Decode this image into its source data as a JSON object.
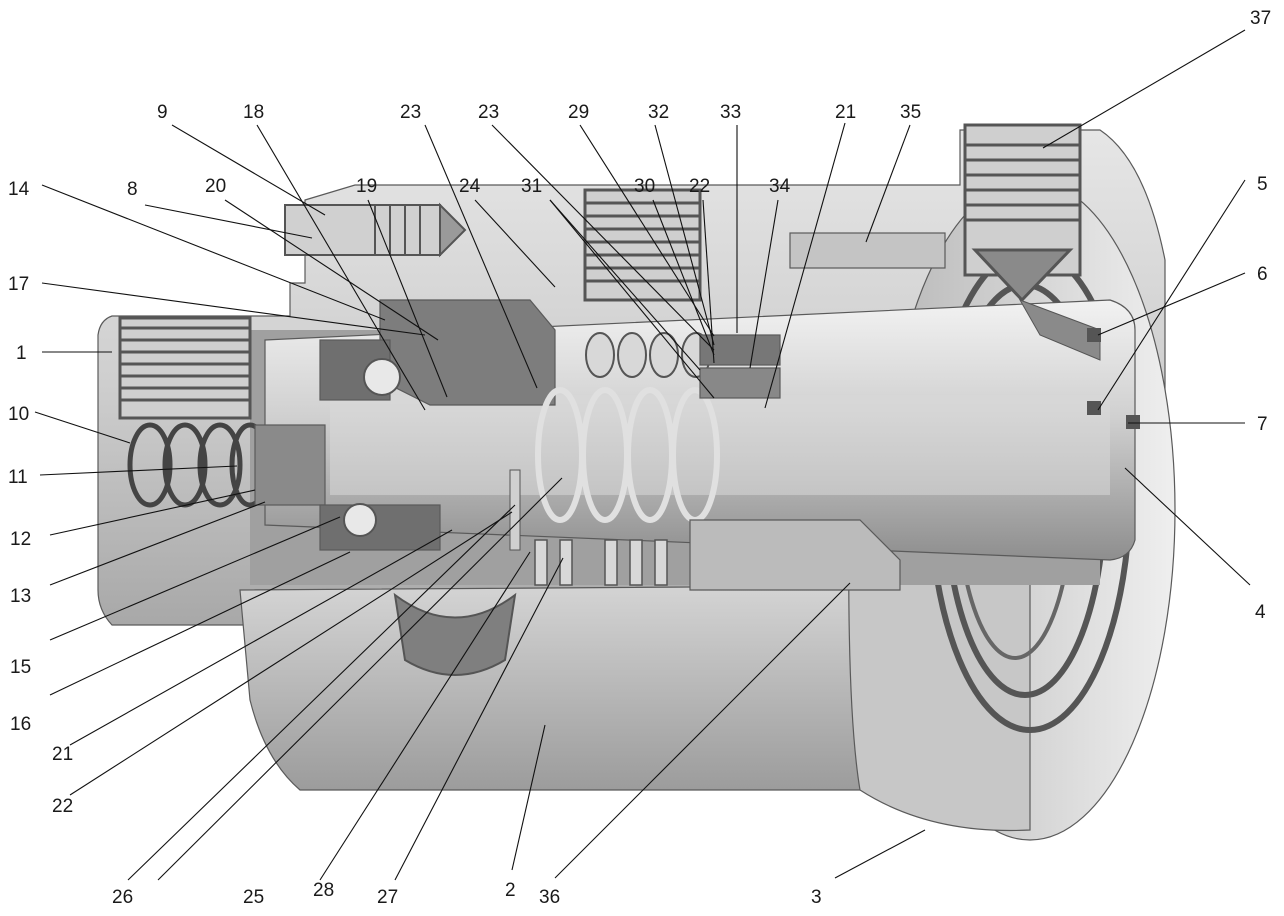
{
  "callouts": {
    "c1": "1",
    "c2": "2",
    "c3": "3",
    "c4": "4",
    "c5": "5",
    "c6": "6",
    "c7": "7",
    "c8": "8",
    "c9": "9",
    "c10": "10",
    "c11": "11",
    "c12": "12",
    "c13": "13",
    "c14": "14",
    "c15": "15",
    "c16": "16",
    "c17": "17",
    "c18": "18",
    "c19": "19",
    "c20": "20",
    "c21a": "21",
    "c21b": "21",
    "c22a": "22",
    "c22b": "22",
    "c23a": "23",
    "c23b": "23",
    "c24": "24",
    "c25": "25",
    "c26": "26",
    "c27": "27",
    "c28": "28",
    "c29": "29",
    "c30": "30",
    "c31": "31",
    "c32": "32",
    "c33": "33",
    "c34": "34",
    "c35": "35",
    "c36": "36",
    "c37": "37"
  },
  "colors": {
    "background": "#ffffff",
    "body_light": "#dcdcdc",
    "body_mid": "#bdbdbd",
    "body_dark": "#8c8c8c",
    "cavity": "#9a9a9a",
    "leader": "#111111"
  }
}
